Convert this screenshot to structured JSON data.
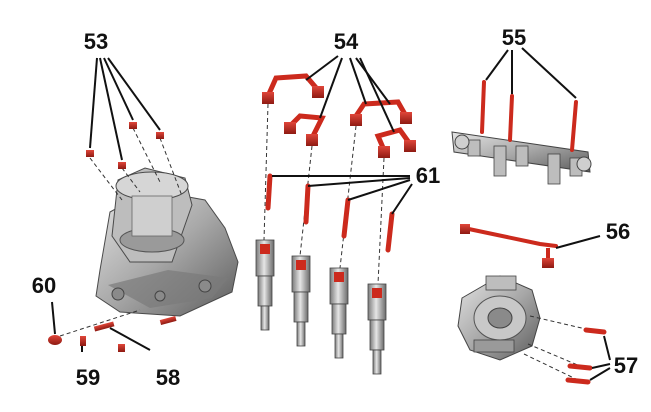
{
  "callouts": {
    "c53": "53",
    "c54": "54",
    "c55": "55",
    "c56": "56",
    "c57": "57",
    "c58": "58",
    "c59": "59",
    "c60": "60",
    "c61": "61"
  },
  "colors": {
    "part_red": "#cc2a1d",
    "part_red_dark": "#8e1a12",
    "metal": "#a9a9a9",
    "metal_dark": "#5f5f5f",
    "metal_light": "#d9d9d9",
    "leader": "#111111"
  }
}
